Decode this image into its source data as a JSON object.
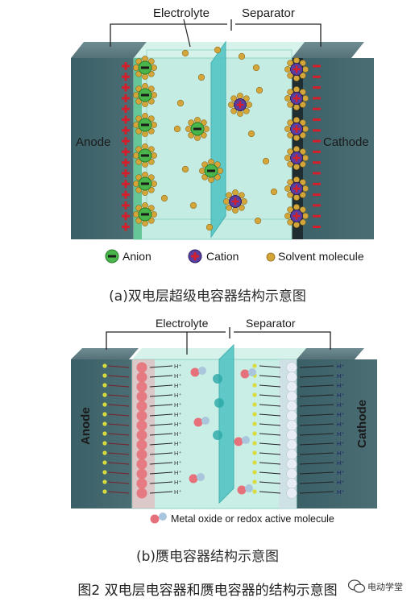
{
  "diagram_a": {
    "electrolyte_label": "Electrolyte",
    "separator_label": "Separator",
    "anode_label": "Anode",
    "cathode_label": "Cathode",
    "legend": {
      "anion": "Anion",
      "cation": "Cation",
      "solvent": "Solvent molecule"
    },
    "caption": "(a)双电层超级电容器结构示意图"
  },
  "diagram_b": {
    "electrolyte_label": "Electrolyte",
    "separator_label": "Separator",
    "anode_label": "Anode",
    "cathode_label": "Cathode",
    "ion_label": "H⁺",
    "legend": {
      "metal_oxide": "Metal oxide or redox active molecule"
    },
    "caption": "(b)赝电容器结构示意图"
  },
  "figure_caption": "图2 双电层电容器和赝电容器的结构示意图",
  "watermark": "电动学堂",
  "colors": {
    "electrode_dark": "#3d5a63",
    "electrolyte": "#bfe9df",
    "separator": "#4cc1c3",
    "anion": "#49b54a",
    "cation": "#5a3fa0",
    "solvent": "#d4a63a",
    "positive_charge": "#d21f2b",
    "metal_oxide": "#e7717a"
  }
}
